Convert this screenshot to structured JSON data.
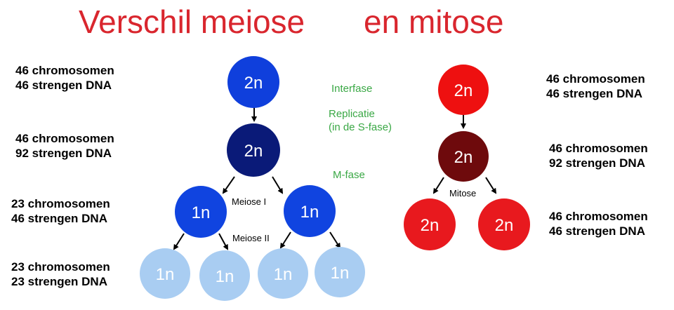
{
  "title": {
    "left": "Verschil meiose",
    "right": "en  mitose"
  },
  "meiosis_labels": [
    {
      "chromosomes": "46 chromosomen",
      "strands": "46 strengen DNA"
    },
    {
      "chromosomes": "46 chromosomen",
      "strands": "92 strengen DNA"
    },
    {
      "chromosomes": "23 chromosomen",
      "strands": "46 strengen DNA"
    },
    {
      "chromosomes": "23 chromosomen",
      "strands": "23 strengen DNA"
    }
  ],
  "mitosis_labels": [
    {
      "chromosomes": "46 chromosomen",
      "strands": "46 strengen DNA"
    },
    {
      "chromosomes": "46 chromosomen",
      "strands": "92 strengen DNA"
    },
    {
      "chromosomes": "46 chromosomen",
      "strands": "46 strengen DNA"
    }
  ],
  "phases": {
    "interfase": "Interfase",
    "replication_line1": "Replicatie",
    "replication_line2": "(in de S-fase)",
    "mfase": "M-fase"
  },
  "steps": {
    "meiosis1": "Meiose I",
    "meiosis2": "Meiose II",
    "mitosis": "Mitose"
  },
  "cells": {
    "meiosis_start": "2n",
    "meiosis_replicated": "2n",
    "meiosis1_left": "1n",
    "meiosis1_right": "1n",
    "meiosis2_1": "1n",
    "meiosis2_2": "1n",
    "meiosis2_3": "1n",
    "meiosis2_4": "1n",
    "mitosis_start": "2n",
    "mitosis_replicated": "2n",
    "mitosis_left": "2n",
    "mitosis_right": "2n"
  },
  "colors": {
    "title": "#d9262e",
    "meiosis_start": "#0f3fdc",
    "meiosis_replicated": "#0a1a78",
    "meiosis1": "#1044e0",
    "meiosis2": "#a9cdf2",
    "mitosis_start": "#ee1010",
    "mitosis_replicated": "#6e0a0c",
    "mitosis_daughter": "#e8191e",
    "phase_text": "#3aa845"
  }
}
